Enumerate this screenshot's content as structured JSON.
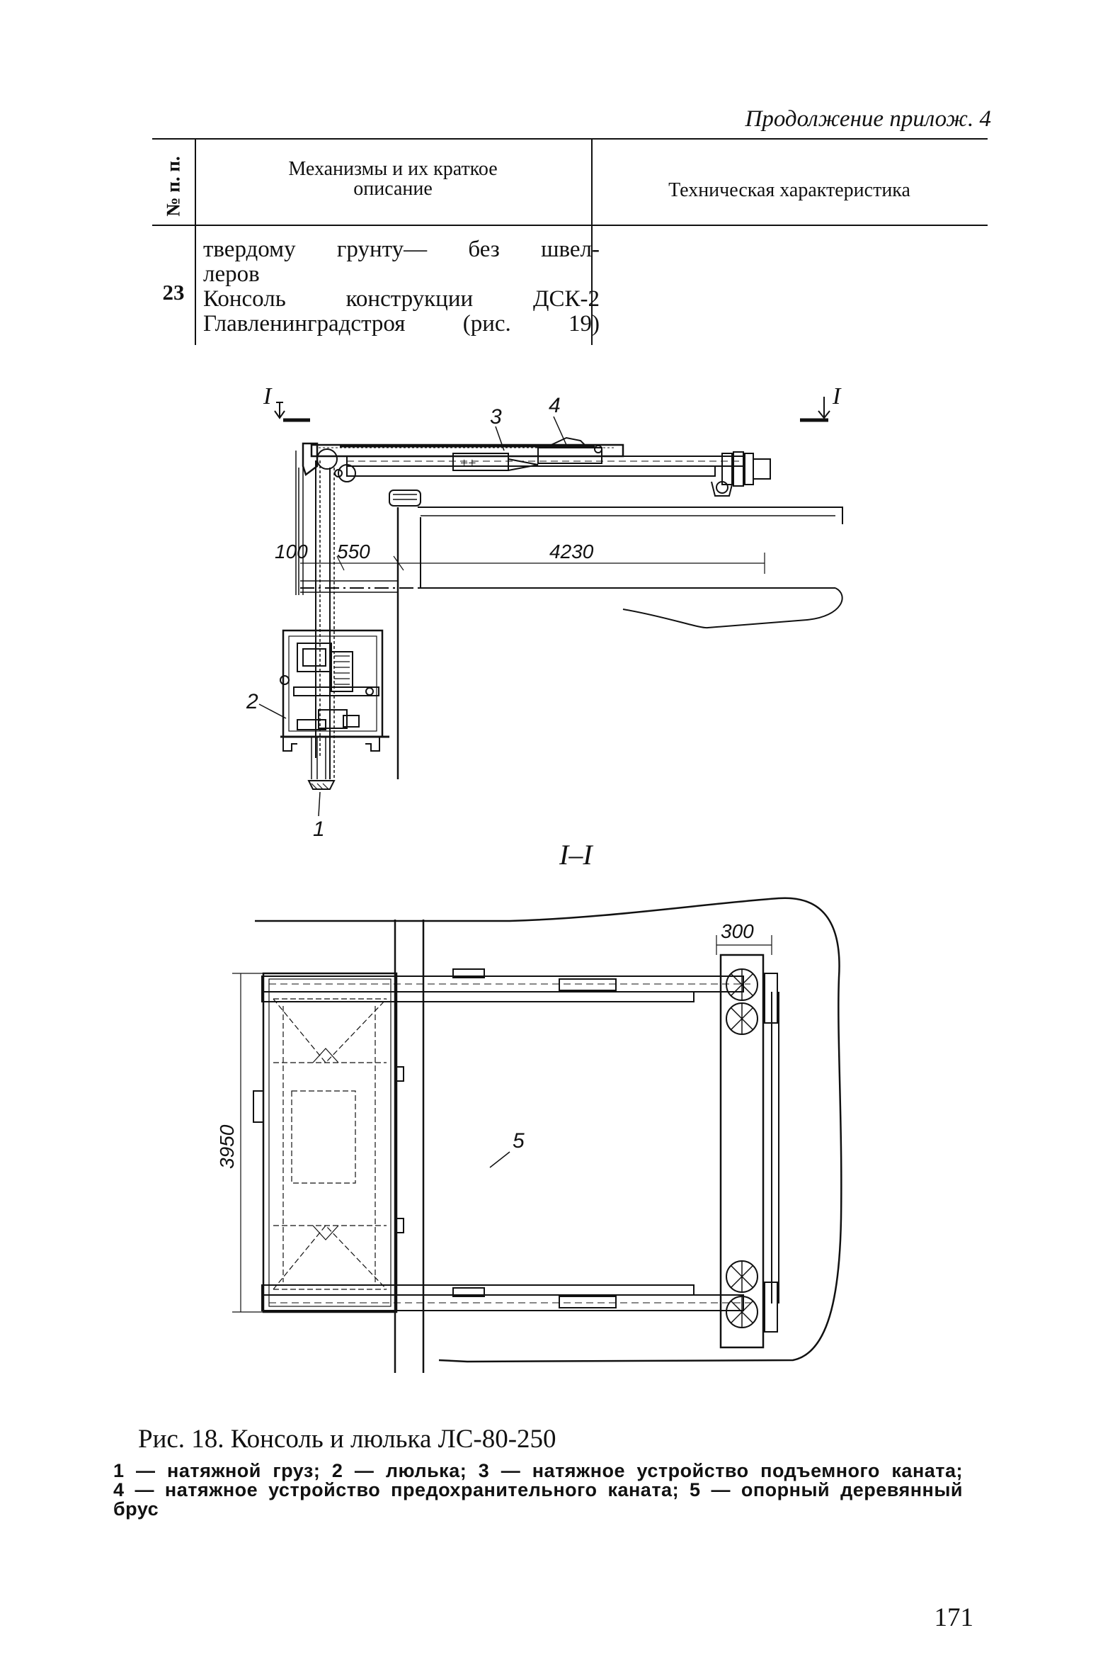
{
  "header": {
    "continuation": "Продолжение прилож. 4"
  },
  "table": {
    "columns": {
      "num": "№ п. п.",
      "mechanisms_line1": "Механизмы и их краткое",
      "mechanisms_line2": "описание",
      "tech": "Техническая характеристика"
    },
    "row": {
      "num": "23",
      "lines": [
        "твердому грунту— без швел-",
        "леров",
        "Консоль конструкции ДСК-2",
        "Главленинградстроя (рис. 19)"
      ]
    }
  },
  "figure": {
    "section_mark_left": "I",
    "section_mark_right": "I",
    "section_title": "I–I",
    "callouts": {
      "c1": "1",
      "c2": "2",
      "c3": "3",
      "c4": "4",
      "c5": "5"
    },
    "dimensions": {
      "d100": "100",
      "d550": "550",
      "d4230": "4230",
      "d300": "300",
      "d3950": "3950"
    }
  },
  "caption": "Рис. 18. Консоль и люлька ЛС-80-250",
  "legend": [
    "1 — натяжной груз; 2 — люлька; 3 — натяжное устройство подъемного каната;",
    "4 — натяжное устройство предохранительного каната; 5 — опорный деревянный",
    "брус"
  ],
  "page_number": "171"
}
